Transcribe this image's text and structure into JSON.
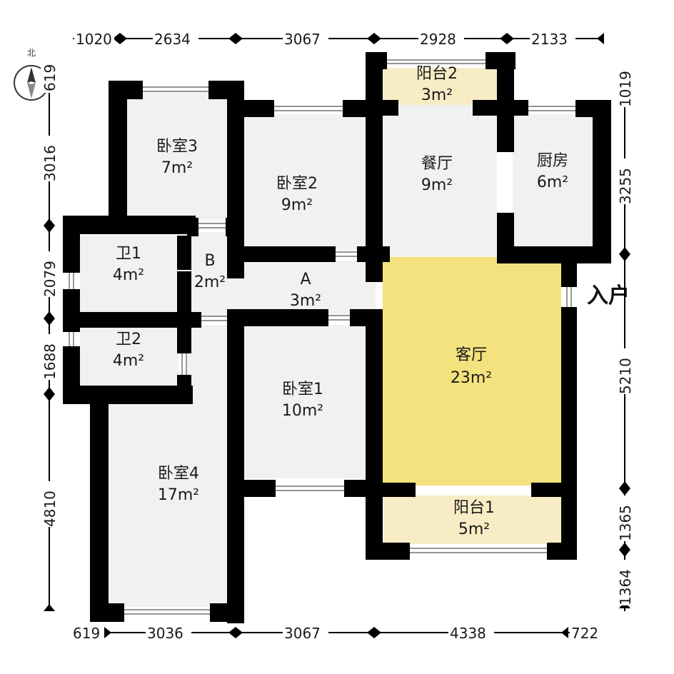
{
  "compass": {
    "north": "北"
  },
  "entry": "入户",
  "rooms": {
    "bedroom3": {
      "name": "卧室3",
      "area": "7m²"
    },
    "bedroom2": {
      "name": "卧室2",
      "area": "9m²"
    },
    "balcony2": {
      "name": "阳台2",
      "area": "3m²"
    },
    "dining": {
      "name": "餐厅",
      "area": "9m²"
    },
    "kitchen": {
      "name": "厨房",
      "area": "6m²"
    },
    "bath1": {
      "name": "卫1",
      "area": "4m²"
    },
    "hallB": {
      "name": "B",
      "area": "2m²"
    },
    "hallA": {
      "name": "A",
      "area": "3m²"
    },
    "bath2": {
      "name": "卫2",
      "area": "4m²"
    },
    "bedroom1": {
      "name": "卧室1",
      "area": "10m²"
    },
    "living": {
      "name": "客厅",
      "area": "23m²"
    },
    "bedroom4": {
      "name": "卧室4",
      "area": "17m²"
    },
    "balcony1": {
      "name": "阳台1",
      "area": "5m²"
    }
  },
  "dimensions": {
    "top": [
      "1020",
      "2634",
      "3067",
      "2928",
      "2133"
    ],
    "bottom": [
      "619",
      "3036",
      "3067",
      "4338",
      "722"
    ],
    "left": [
      "619",
      "3016",
      "2079",
      "1688",
      "4810"
    ],
    "right": [
      "1019",
      "3255",
      "5210",
      "1365",
      "1364"
    ]
  },
  "colors": {
    "wall": "#000000",
    "floor": "#f2f2f2",
    "living_floor": "#f3e27d",
    "balcony_floor": "#f7ecc4",
    "dim_line": "#000000"
  }
}
